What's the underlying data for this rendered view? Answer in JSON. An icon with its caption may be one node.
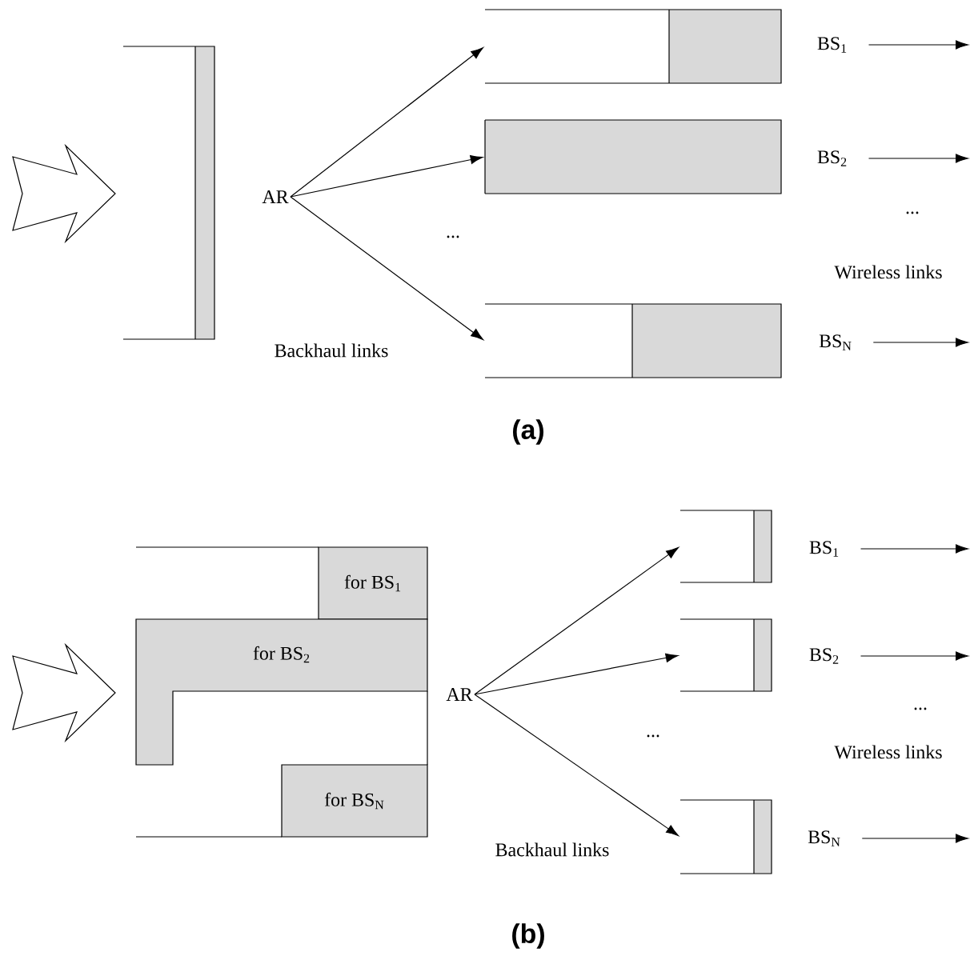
{
  "diagram": {
    "nodes": [
      {
        "text": [
          "AR"
        ]
      },
      {
        "text": [],
        "shape": "box"
      },
      {
        "text": [],
        "shape": "box"
      },
      {
        "text": [],
        "shape": "box"
      },
      {
        "text": [
          "BS$_{1}$"
        ]
      },
      {
        "text": [
          "BS$_{2}$"
        ]
      },
      {
        "text": [
          "BS$_{N}$"
        ]
      },
      {
        "text": [
          "for BS$_{1}$"
        ]
      },
      {
        "text": [
          "for BS$_{2}$"
        ]
      },
      {
        "text": [
          "for BS$_{N}$"
        ]
      },
      {
        "text": [
          "AR"
        ]
      },
      {
        "text": [],
        "shape": "box"
      },
      {
        "text": [],
        "shape": "box"
      },
      {
        "text": [],
        "shape": "box"
      },
      {
        "text": [
          "BS$_{1}$"
        ]
      },
      {
        "text": [
          "BS$_{2}$"
        ]
      },
      {
        "text": [
          "BS$_{N}$"
        ]
      }
    ],
    "edges": [
      {
        "from": 0,
        "to": 1,
        "arrow": "to"
      },
      {
        "from": 0,
        "to": 2,
        "arrow": "to"
      },
      {
        "from": 0,
        "to": 3,
        "arrow": "to"
      },
      {
        "from": 4,
        "to": null,
        "arrow": "to"
      },
      {
        "from": 5,
        "to": null,
        "arrow": "to"
      },
      {
        "from": 6,
        "to": null,
        "arrow": "to"
      },
      {
        "from": 10,
        "to": 11,
        "arrow": "to"
      },
      {
        "from": 10,
        "to": 12,
        "arrow": "to"
      },
      {
        "from": 10,
        "to": 13,
        "arrow": "to"
      },
      {
        "from": 14,
        "to": null,
        "arrow": "to"
      },
      {
        "from": 15,
        "to": null,
        "arrow": "to"
      },
      {
        "from": 16,
        "to": null,
        "arrow": "to"
      }
    ],
    "labels": [
      "...",
      "Backhaul links",
      "...",
      "Wireless links",
      "(a)",
      "...",
      "Backhaul links",
      "...",
      "Wireless links",
      "(b)"
    ]
  }
}
